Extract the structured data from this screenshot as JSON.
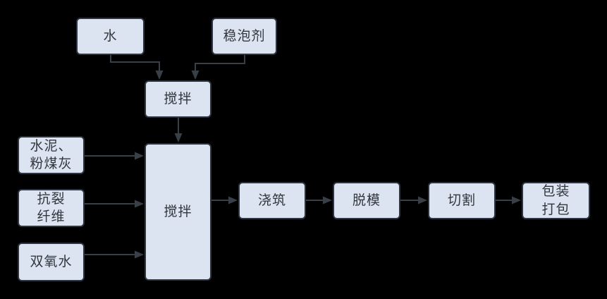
{
  "diagram": {
    "type": "flowchart",
    "background_color": "#000000",
    "node_fill_color": "#dce4f1",
    "node_border_color": "#2d3540",
    "arrow_color": "#383f47",
    "text_color": "#33373d",
    "nodes": {
      "water": {
        "label": "水"
      },
      "foam_stabilizer": {
        "label": "稳泡剂"
      },
      "mixing_1": {
        "label": "搅拌"
      },
      "cement_fly_ash": {
        "label": "水泥、\n粉煤灰"
      },
      "anti_crack_fiber": {
        "label": "抗裂\n纤维"
      },
      "hydrogen_peroxide": {
        "label": "双氧水"
      },
      "mixing_2": {
        "label": "搅拌"
      },
      "pouring": {
        "label": "浇筑"
      },
      "demolding": {
        "label": "脱模"
      },
      "cutting": {
        "label": "切割"
      },
      "packaging": {
        "label": "包装\n打包"
      }
    },
    "edges": [
      "water -> mixing_1",
      "foam_stabilizer -> mixing_1",
      "mixing_1 -> mixing_2",
      "cement_fly_ash -> mixing_2",
      "anti_crack_fiber -> mixing_2",
      "hydrogen_peroxide -> mixing_2",
      "mixing_2 -> pouring",
      "pouring -> demolding",
      "demolding -> cutting",
      "cutting -> packaging"
    ]
  }
}
